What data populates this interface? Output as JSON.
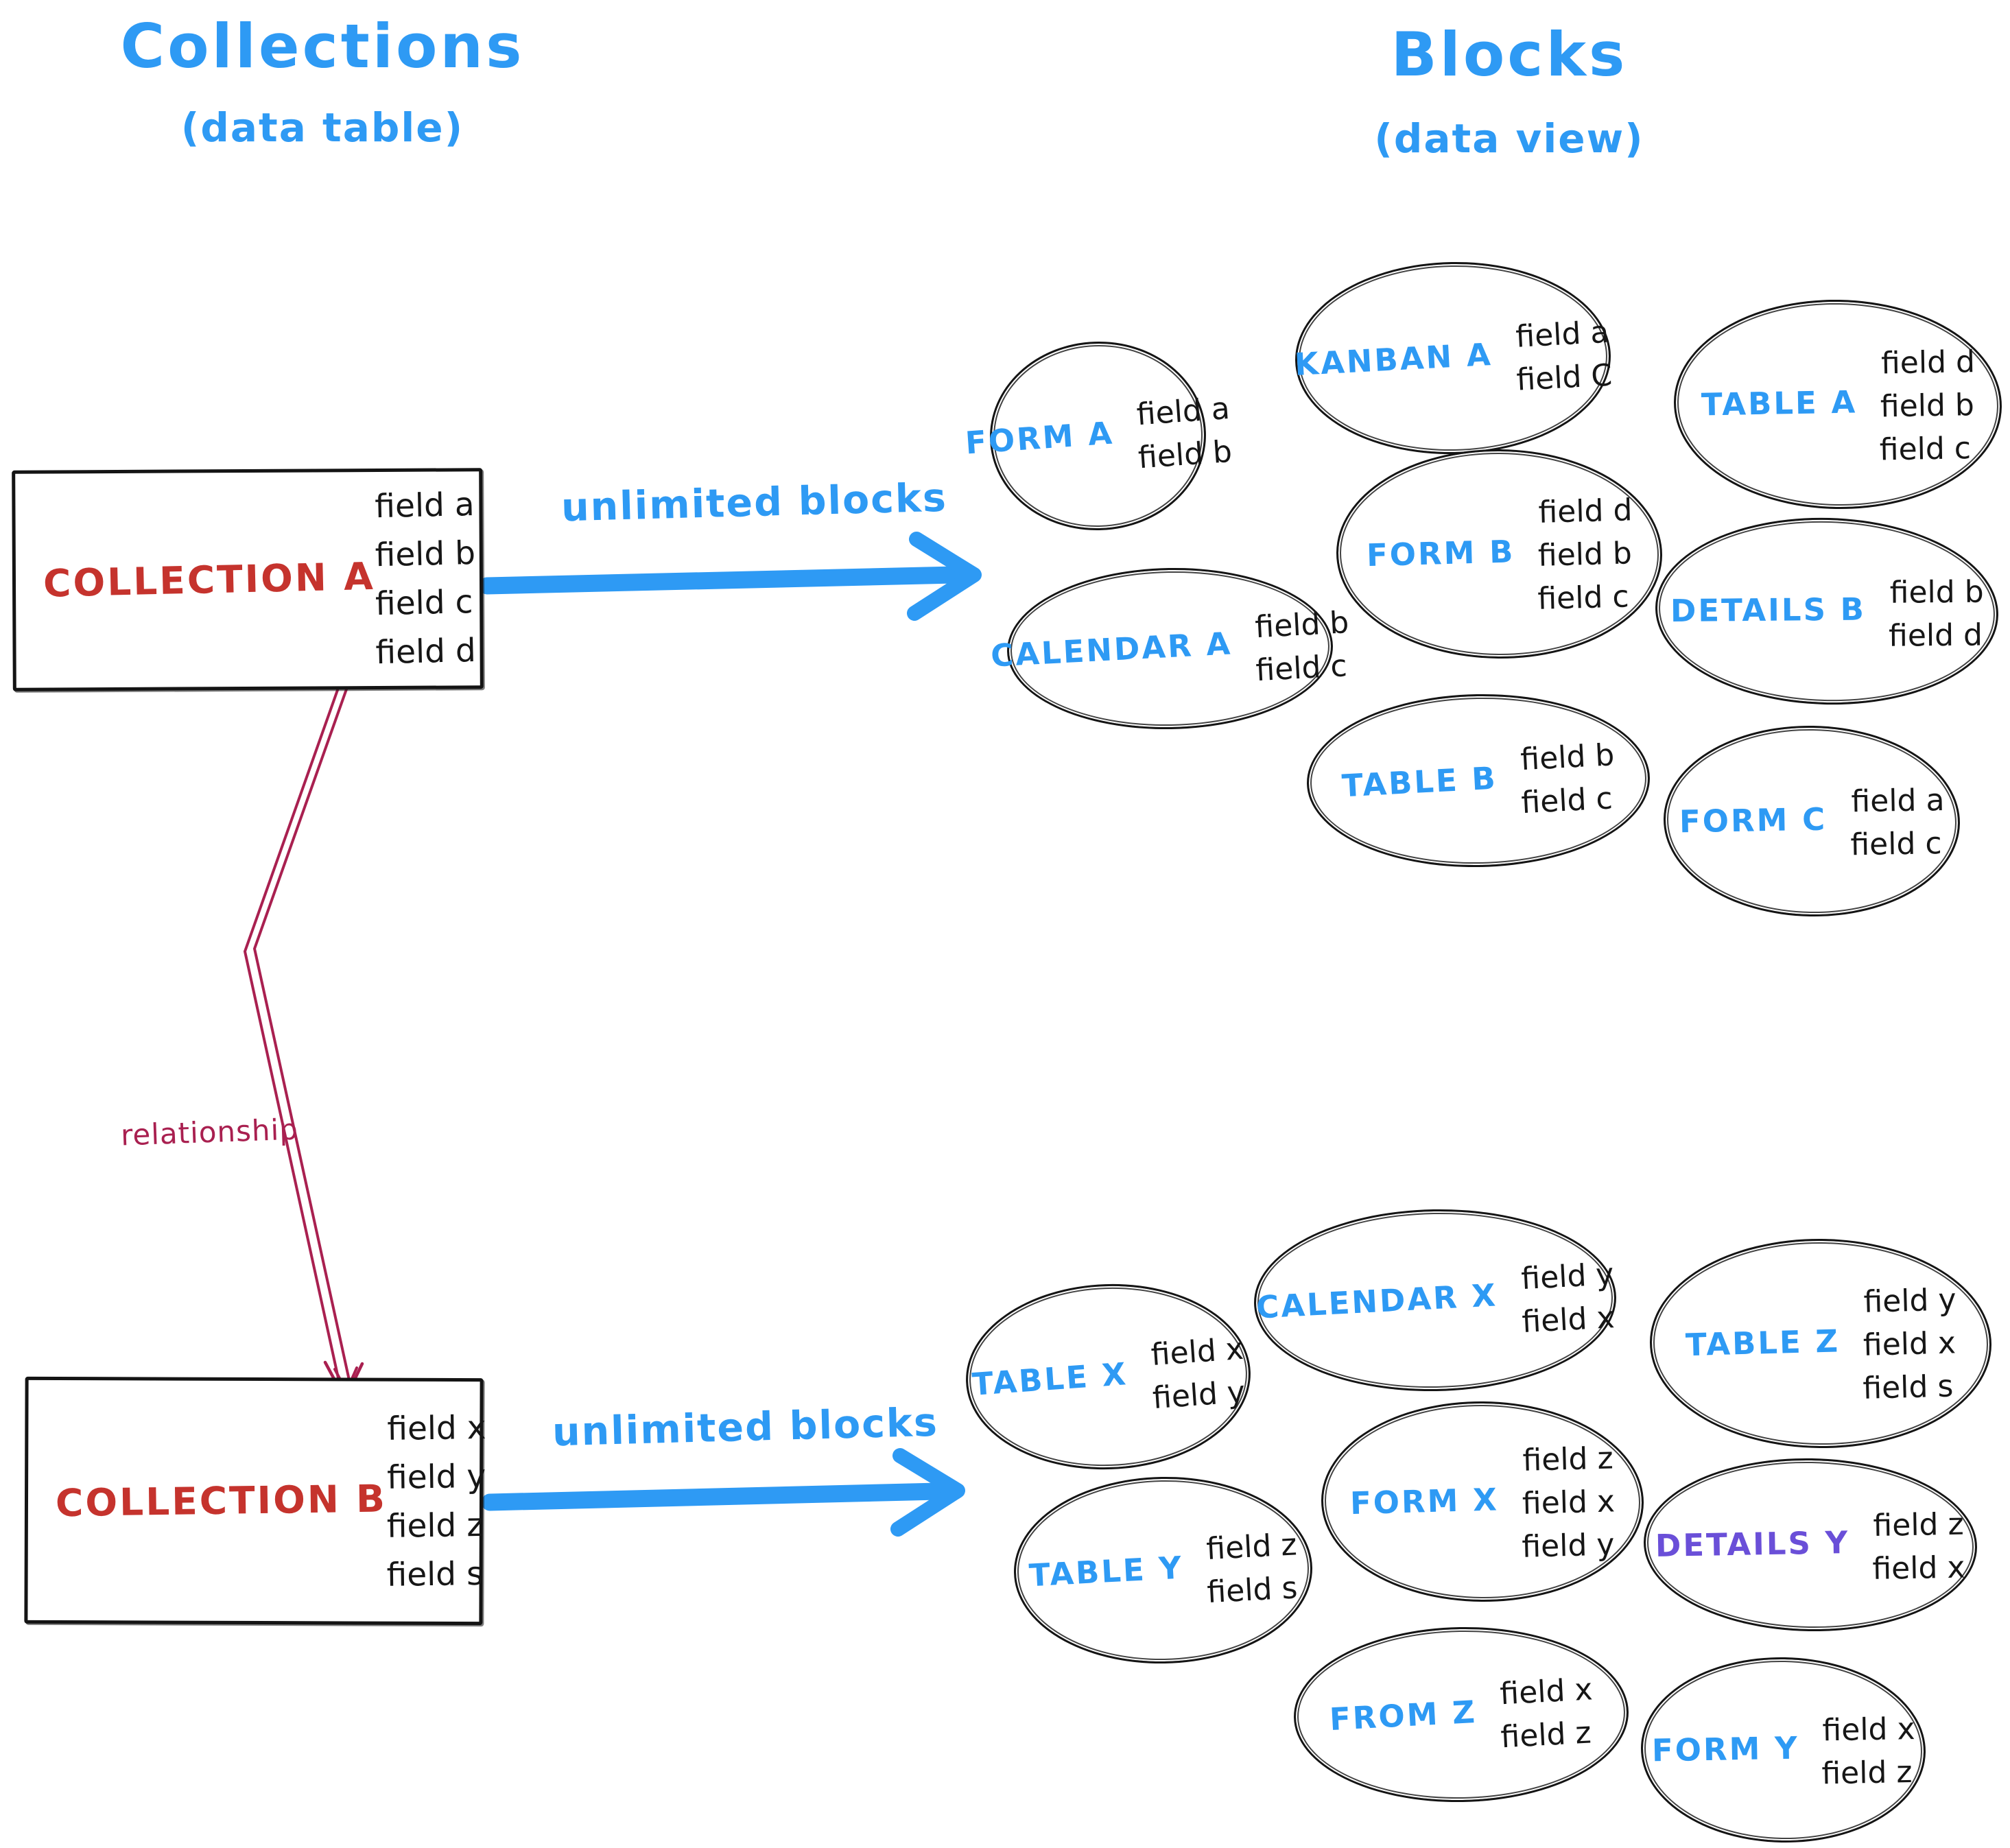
{
  "colors": {
    "accent_blue": "#2E9AF4",
    "collection_red": "#C5332D",
    "relationship_crimson": "#A92050",
    "details_purple": "#6A4FD8",
    "ink": "#161616"
  },
  "left_column": {
    "title": "Collections",
    "subtitle": "(data table)"
  },
  "right_column": {
    "title": "Blocks",
    "subtitle": "(data view)"
  },
  "labels": {
    "unlimited_top": "unlimited blocks",
    "unlimited_bottom": "unlimited blocks",
    "relationship": "relationship"
  },
  "collections": [
    {
      "name": "COLLECTION A",
      "fields": [
        "field a",
        "field b",
        "field c",
        "field d"
      ]
    },
    {
      "name": "COLLECTION B",
      "fields": [
        "field x",
        "field y",
        "field z",
        "field s"
      ]
    }
  ],
  "blocks_a": [
    {
      "name": "FORM A",
      "fields": [
        "field a",
        "field b"
      ]
    },
    {
      "name": "KANBAN A",
      "fields": [
        "field a",
        "field C"
      ]
    },
    {
      "name": "TABLE A",
      "fields": [
        "field d",
        "field b",
        "field c"
      ]
    },
    {
      "name": "CALENDAR A",
      "fields": [
        "field b",
        "field c"
      ]
    },
    {
      "name": "FORM B",
      "fields": [
        "field d",
        "field b",
        "field c"
      ]
    },
    {
      "name": "DETAILS B",
      "fields": [
        "field b",
        "field d"
      ]
    },
    {
      "name": "TABLE B",
      "fields": [
        "field b",
        "field c"
      ]
    },
    {
      "name": "FORM C",
      "fields": [
        "field a",
        "field c"
      ]
    }
  ],
  "blocks_b": [
    {
      "name": "TABLE X",
      "fields": [
        "field x",
        "field y"
      ]
    },
    {
      "name": "CALENDAR X",
      "fields": [
        "field y",
        "field x"
      ]
    },
    {
      "name": "TABLE Z",
      "fields": [
        "field y",
        "field x",
        "field s"
      ]
    },
    {
      "name": "TABLE Y",
      "fields": [
        "field z",
        "field s"
      ]
    },
    {
      "name": "FORM X",
      "fields": [
        "field z",
        "field x",
        "field y"
      ]
    },
    {
      "name": "DETAILS Y",
      "fields": [
        "field z",
        "field x"
      ]
    },
    {
      "name": "FROM Z",
      "fields": [
        "field x",
        "field z"
      ]
    },
    {
      "name": "FORM Y",
      "fields": [
        "field x",
        "field z"
      ]
    }
  ]
}
